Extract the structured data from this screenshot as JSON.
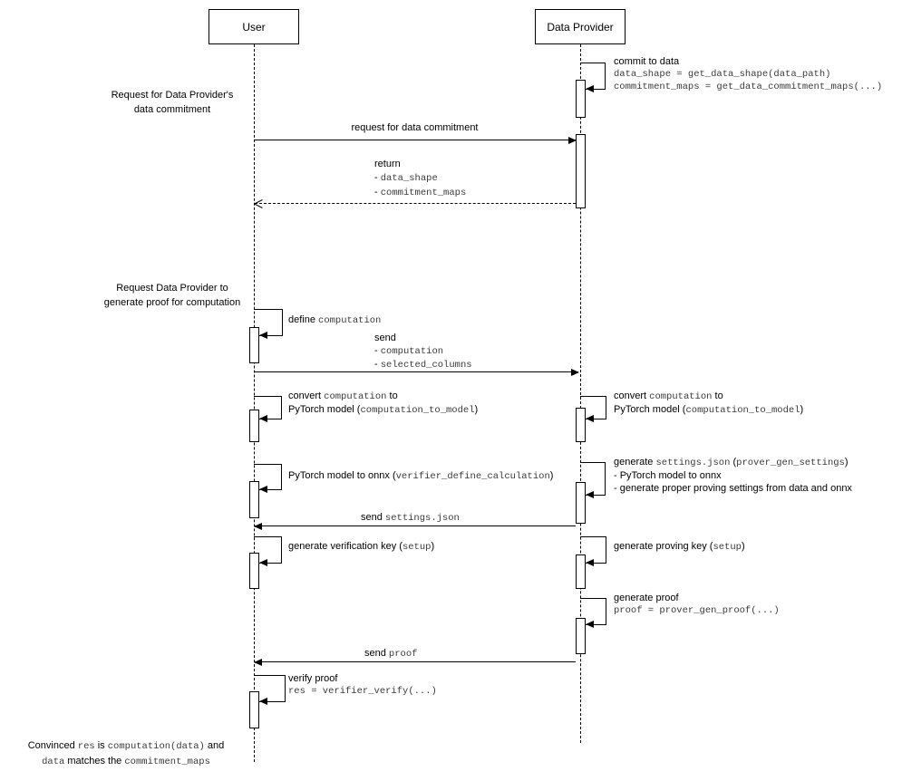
{
  "colors": {
    "line": "#000000",
    "background": "#ffffff",
    "code_text": "#3a3a3a"
  },
  "actors": {
    "user": "User",
    "provider": "Data Provider"
  },
  "notes": {
    "request_commitment": {
      "line1": "Request for Data Provider's",
      "line2": "data commitment"
    },
    "request_proof": {
      "line1": "Request Data Provider to",
      "line2": "generate proof for computation"
    },
    "convinced_line1": [
      "Convinced ",
      "res",
      " is ",
      "computation(data)",
      " and"
    ],
    "convinced_line2": [
      "data",
      " matches the ",
      "commitment_maps"
    ]
  },
  "messages": {
    "request_commitment": "request for data commitment",
    "return_title": "return",
    "return_items": [
      [
        "- ",
        "data_shape"
      ],
      [
        "- ",
        "commitment_maps"
      ]
    ],
    "send_title": "send",
    "send_items": [
      [
        "- ",
        "computation"
      ],
      [
        "- ",
        "selected_columns"
      ]
    ],
    "send_settings": [
      "send ",
      "settings.json"
    ],
    "send_proof": [
      "send ",
      "proof"
    ]
  },
  "self_messages": {
    "commit": {
      "title": "commit to data",
      "code1": "data_shape = get_data_shape(data_path)",
      "code2": "commitment_maps = get_data_commitment_maps(...)"
    },
    "define": [
      "define ",
      "computation"
    ],
    "convert_line1": [
      "convert ",
      "computation",
      " to"
    ],
    "convert_line2": [
      "PyTorch model (",
      "computation_to_model",
      ")"
    ],
    "onnx": [
      "PyTorch model to onnx (",
      "verifier_define_calculation",
      ")"
    ],
    "gen_settings_line1": [
      "generate ",
      "settings.json",
      " (",
      "prover_gen_settings",
      ")"
    ],
    "gen_settings_line2": "- PyTorch model to onnx",
    "gen_settings_line3": "- generate proper proving settings from data and onnx",
    "gen_vkey": [
      "generate verification key (",
      "setup",
      ")"
    ],
    "gen_pkey": [
      "generate proving key (",
      "setup",
      ")"
    ],
    "gen_proof": {
      "title": "generate proof",
      "code": "proof = prover_gen_proof(...)"
    },
    "verify": {
      "title": "verify proof",
      "code": "res = verifier_verify(...)"
    }
  }
}
